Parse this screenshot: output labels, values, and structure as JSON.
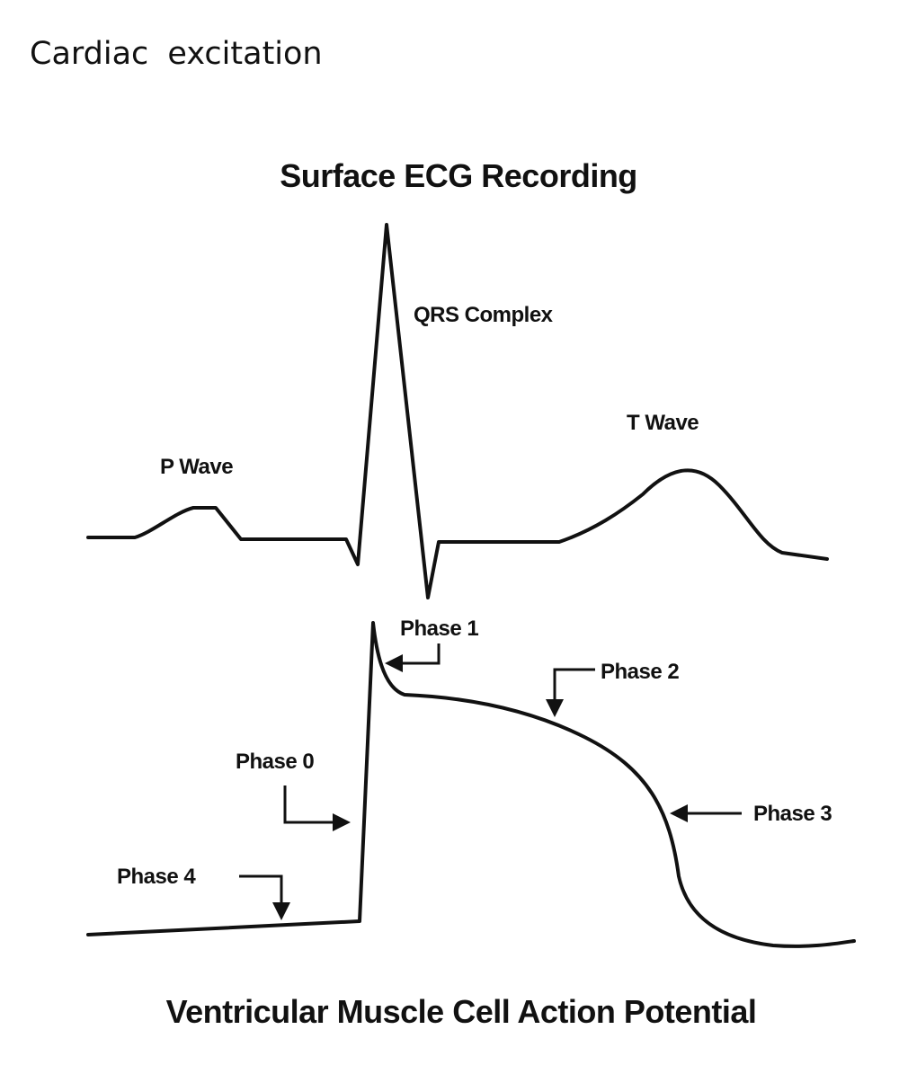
{
  "title": "Cardiac excitation",
  "diagram": {
    "ecg_title": "Surface ECG Recording",
    "ecg_labels": {
      "p_wave": "P Wave",
      "qrs": "QRS Complex",
      "t_wave": "T Wave"
    },
    "ap_labels": {
      "phase0": "Phase 0",
      "phase1": "Phase 1",
      "phase2": "Phase 2",
      "phase3": "Phase 3",
      "phase4": "Phase 4"
    },
    "ap_title": "Ventricular Muscle Cell Action Potential"
  }
}
